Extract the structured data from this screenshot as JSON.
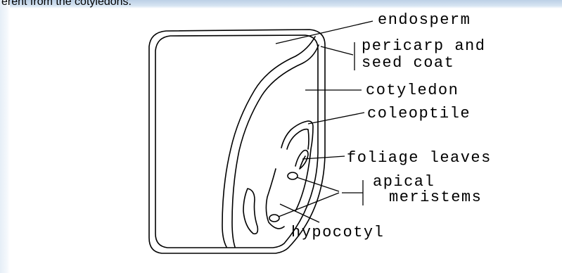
{
  "caption": "erent from the cotyledons.",
  "labels": {
    "endosperm": "endosperm",
    "pericarp_line1": "pericarp  and",
    "pericarp_line2": "seed  coat",
    "cotyledon": "cotyledon",
    "coleoptile": "coleoptile",
    "foliage_leaves": "foliage  leaves",
    "apical_line1": "apical",
    "apical_line2": "meristems",
    "hypocotyl": "hypocotyl"
  }
}
